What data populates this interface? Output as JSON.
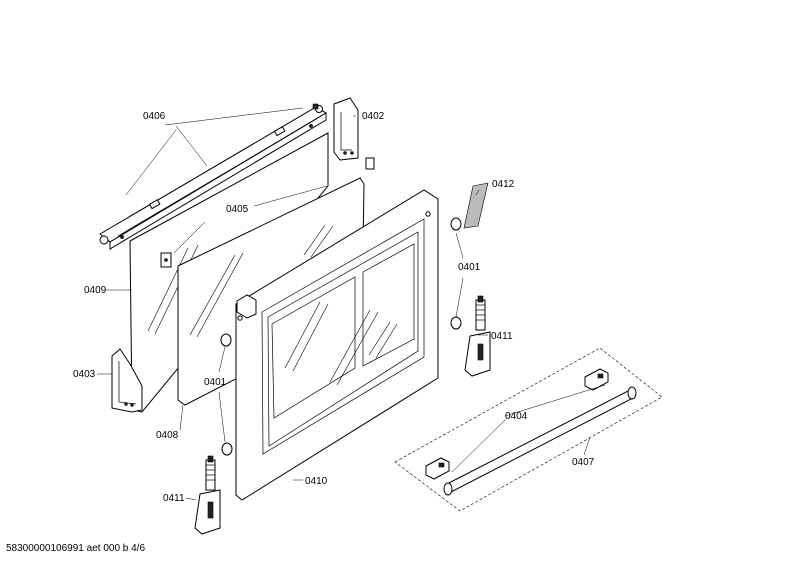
{
  "labels": {
    "l0406": "0406",
    "l0402": "0402",
    "l0405": "0405",
    "l0412": "0412",
    "l0409": "0409",
    "l0401a": "0401",
    "l0411a": "0411",
    "l0403": "0403",
    "l0401b": "0401",
    "l0404": "0404",
    "l0408": "0408",
    "l0407": "0407",
    "l0410": "0410",
    "l0411b": "0411"
  },
  "footer": "58300000106991 aet 000 b 4/6"
}
